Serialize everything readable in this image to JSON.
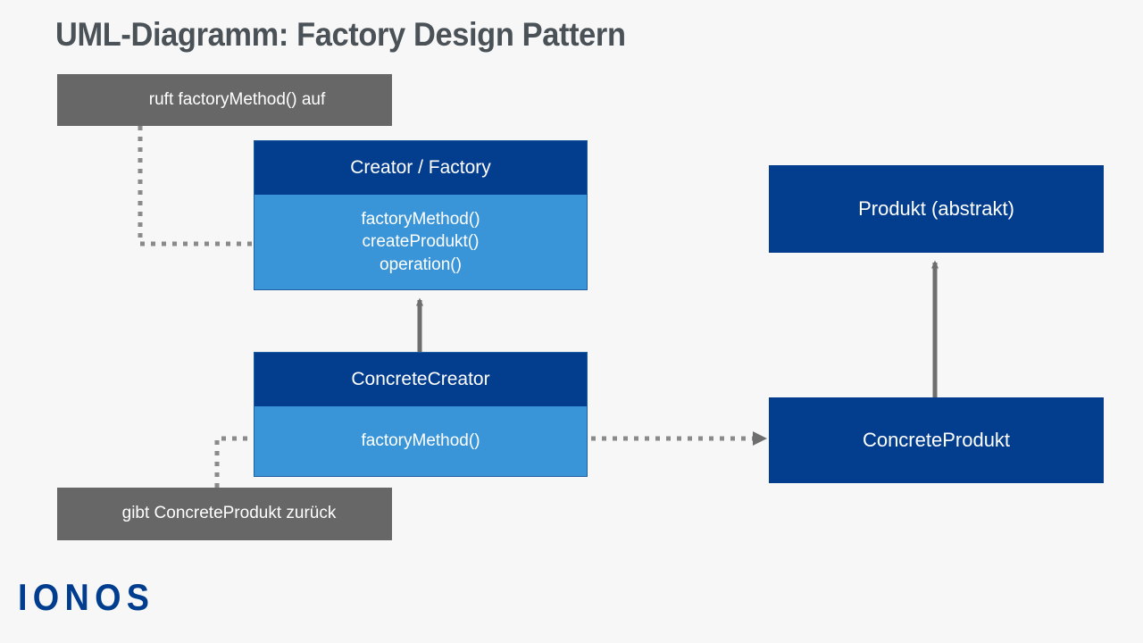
{
  "page": {
    "title": "UML-Diagramm: Factory Design Pattern",
    "background_color": "#f7f7f7",
    "title_color": "#4a5257"
  },
  "colors": {
    "class_header": "#033d8e",
    "class_body": "#3a95d8",
    "note_background": "#676767",
    "connector": "#6e6e6e",
    "brand": "#003d8f"
  },
  "notes": [
    {
      "id": "calls",
      "text": "ruft factoryMethod() auf",
      "target": "Creator / Factory"
    },
    {
      "id": "returns",
      "text": "gibt ConcreteProdukt zurück",
      "target": "ConcreteCreator"
    }
  ],
  "classes": {
    "creator": {
      "name": "Creator / Factory",
      "methods": [
        "factoryMethod()",
        "createProdukt()",
        "operation()"
      ]
    },
    "concrete_creator": {
      "name": "ConcreteCreator",
      "methods": [
        "factoryMethod()"
      ]
    },
    "produkt": {
      "name": "Produkt (abstrakt)"
    },
    "concrete_produkt": {
      "name": "ConcreteProdukt"
    }
  },
  "relations": [
    {
      "id": "inheritance-creator",
      "from": "ConcreteCreator",
      "to": "Creator / Factory",
      "style": "solid-arrow",
      "direction": "up"
    },
    {
      "id": "inheritance-produkt",
      "from": "ConcreteProdukt",
      "to": "Produkt (abstrakt)",
      "style": "solid-arrow",
      "direction": "up"
    },
    {
      "id": "dependency-creates",
      "from": "ConcreteCreator",
      "to": "ConcreteProdukt",
      "style": "dotted-arrow",
      "direction": "right"
    },
    {
      "id": "note-link-calls",
      "from": "ruft factoryMethod() auf",
      "to": "Creator / Factory",
      "style": "dotted-line"
    },
    {
      "id": "note-link-returns",
      "from": "gibt ConcreteProdukt zurück",
      "to": "ConcreteCreator",
      "style": "dotted-line"
    }
  ],
  "branding": {
    "logo_text": "IONOS"
  }
}
